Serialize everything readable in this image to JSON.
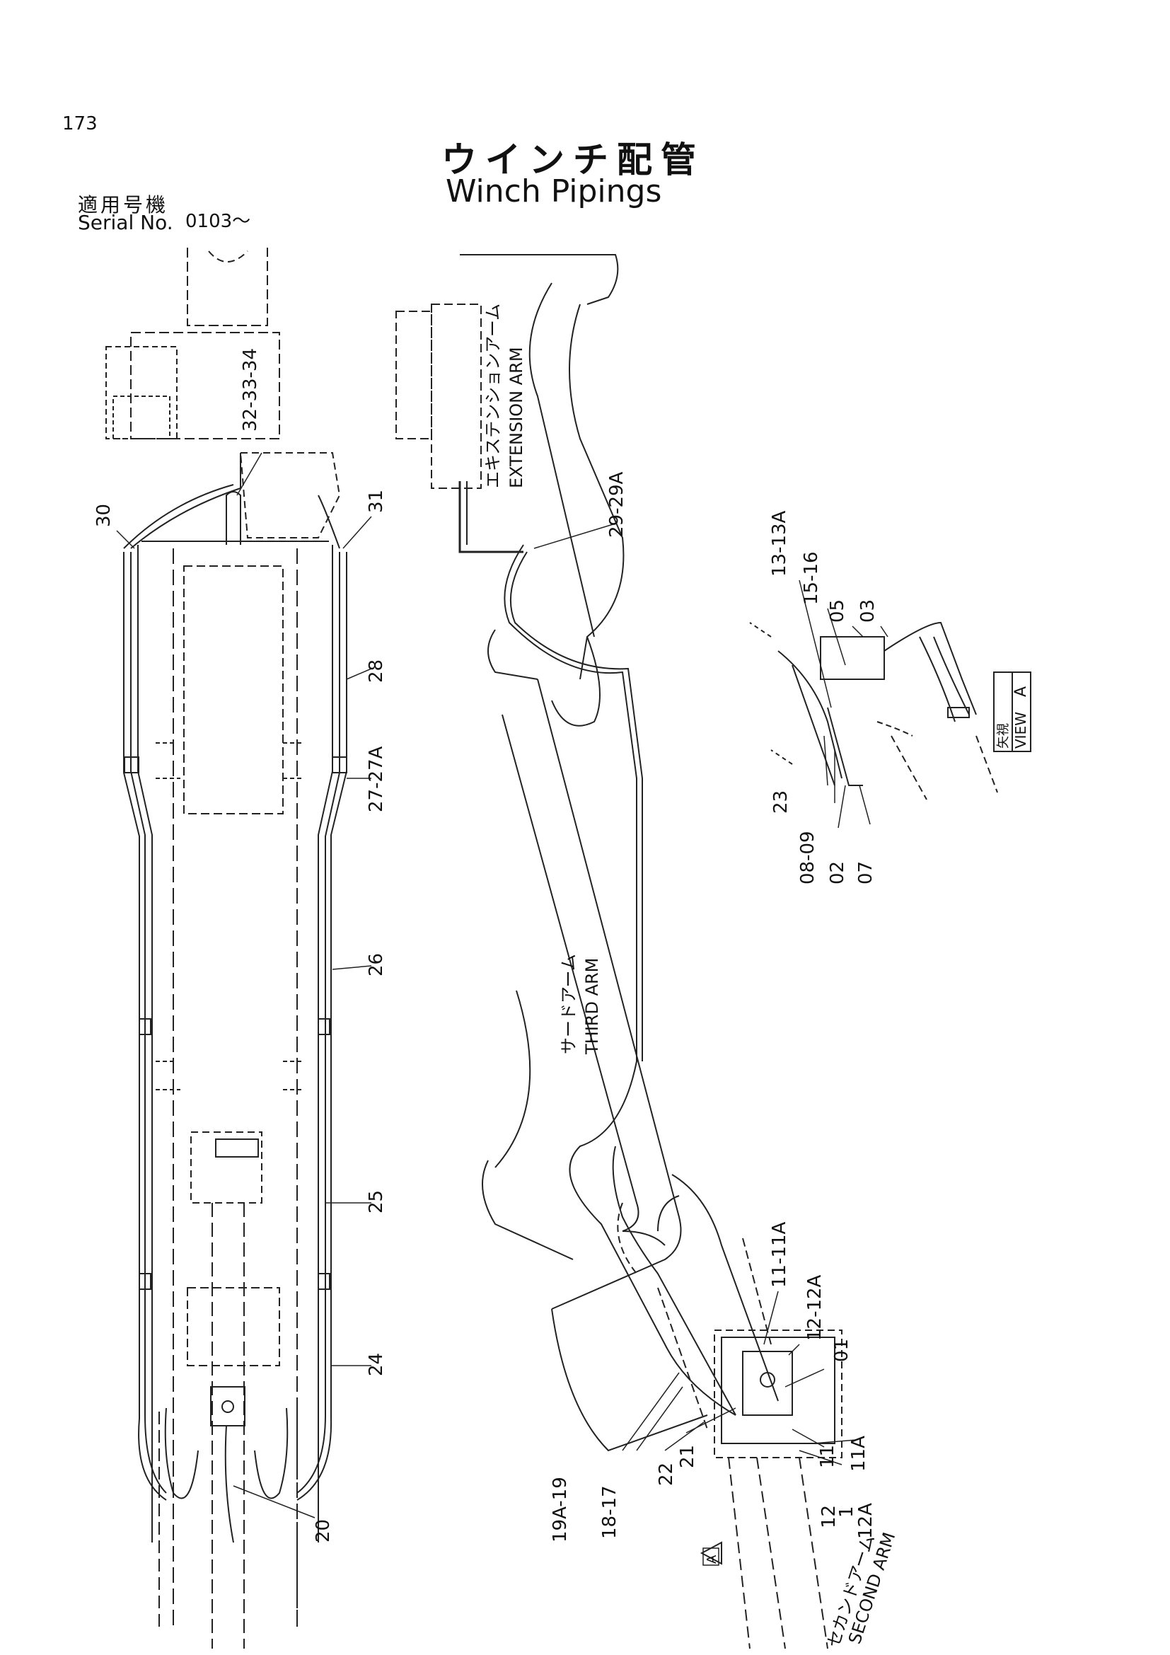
{
  "header": {
    "page_number": "173",
    "title_jp": "ウインチ配管",
    "title_en": "Winch Pipings",
    "serial_label_jp": "適用号機",
    "serial_label_en": "Serial No.",
    "serial_value": "0103～"
  },
  "arm_labels": {
    "extension_jp": "エキステンションアーム",
    "extension_en": "EXTENSION ARM",
    "third_jp": "サードアーム",
    "third_en": "THIRD ARM",
    "second_jp": "セカンドアーム",
    "second_en": "SECOND ARM",
    "view_jp": "矢視",
    "view_en": "VIEW",
    "view_letter": "A",
    "arrow_letter": "A"
  },
  "callouts": {
    "c30": "30",
    "c32_33_34": "32-33-34",
    "c31": "31",
    "c28": "28",
    "c27_27a": "27-27A",
    "c26": "26",
    "c25": "25",
    "c24": "24",
    "c20": "20",
    "c29_29a": "29-29A",
    "c11_11a": "11-11A",
    "c12_12a": "12-12A",
    "c01": "01",
    "c11": "11",
    "c11a": "11A",
    "c12": "12",
    "c12a": "12A",
    "c1": "1",
    "c21": "21",
    "c22": "22",
    "c18_17": "18-17",
    "c19a_19": "19A-19",
    "c13_13a": "13-13A",
    "c15_16": "15-16",
    "c05": "05",
    "c03": "03",
    "c23": "23",
    "c08_09": "08-09",
    "c02": "02",
    "c07": "07"
  }
}
